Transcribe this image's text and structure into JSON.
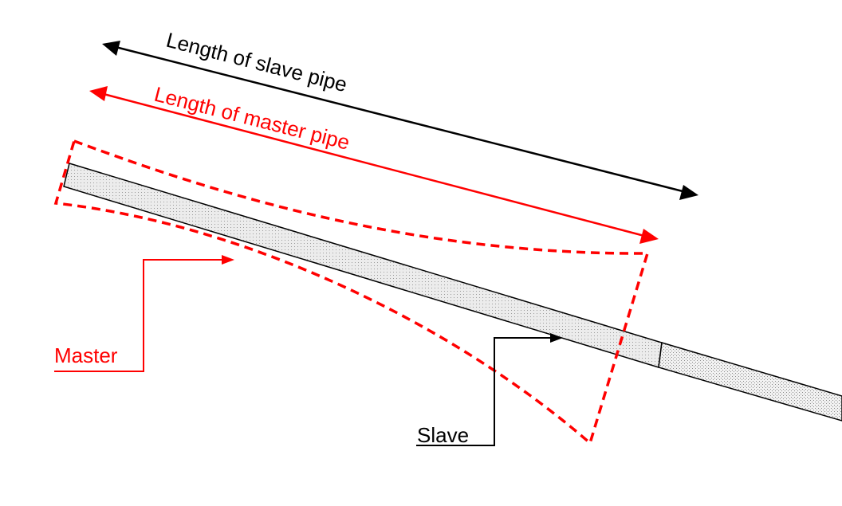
{
  "labels": {
    "slave_length": "Length of slave pipe",
    "master_length": "Length of master pipe",
    "master": "Master",
    "slave": "Slave"
  },
  "colors": {
    "master": "#ff0000",
    "slave": "#000000",
    "pipe_fill": "#e4e4e4"
  }
}
